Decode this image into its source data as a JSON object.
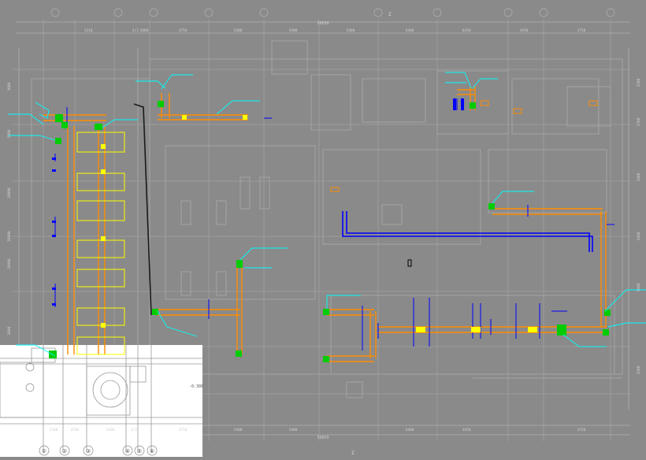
{
  "drawing": {
    "top_total_dim": "50850",
    "bottom_total_dim": "50850",
    "top_dims": [
      "1310",
      "4/2",
      "2000",
      "4750",
      "5400",
      "5400",
      "5400",
      "5400",
      "6450",
      "3450",
      "3750"
    ],
    "bottom_dims": [
      "2500",
      "4500",
      "5400",
      "4/2",
      "4750",
      "5400",
      "5400",
      "5400",
      "3450",
      "3750"
    ],
    "left_dims": [
      "3000",
      "5900",
      "10000",
      "10000",
      "10000",
      "3000"
    ],
    "right_dims": [
      "2500",
      "3700",
      "5400",
      "5400",
      "5400",
      "2500"
    ],
    "grid_axes_bottom": [
      "①",
      "②",
      "③",
      "④",
      "⑤",
      "⑥"
    ],
    "bottom_axis_label": "Z",
    "elevation_label": "-0.300",
    "top_right_mark": "Z"
  },
  "colors": {
    "background": "#8a8a8a",
    "grid": "#9c9c9c",
    "wall": "#a4a4a4",
    "duct": "#ff8c00",
    "equipment": "#ffff00",
    "fan": "#00cc00",
    "pipe": "#0000ff",
    "leader": "#00ffff",
    "detail_bg": "#ffffff"
  }
}
